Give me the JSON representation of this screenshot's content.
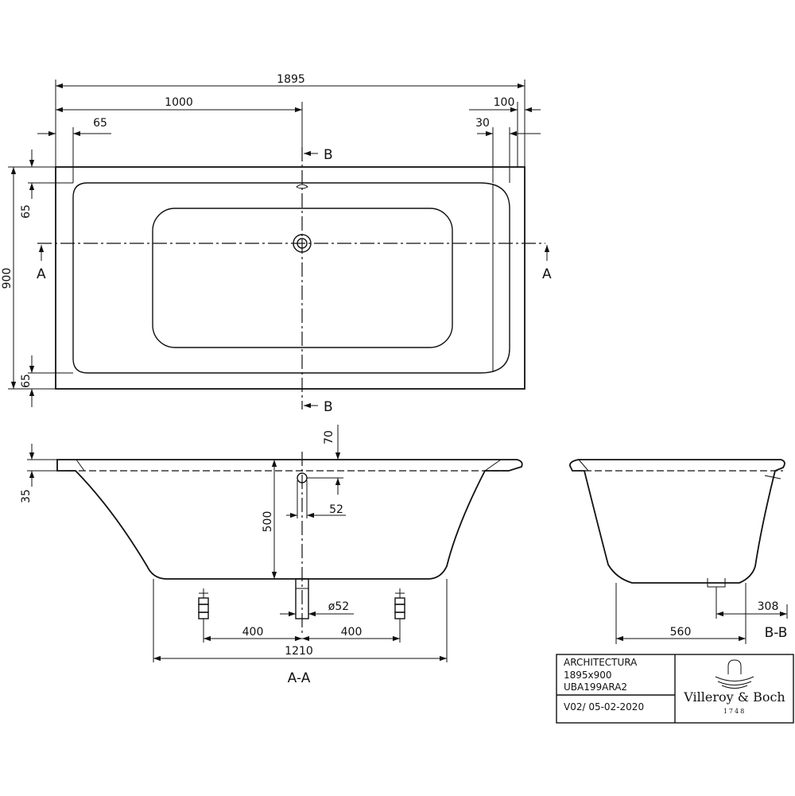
{
  "dimensions": {
    "total_length": "1895",
    "to_center": "1000",
    "right_offset": "100",
    "rim_65_top_left": "65",
    "rim_30": "30",
    "width": "900",
    "rim_65_left_top": "65",
    "rim_65_left_bottom": "65",
    "rim_35": "35",
    "overflow_70": "70",
    "overflow_52": "52",
    "depth_500": "500",
    "drain_dia": "ø52",
    "foot_left_400": "400",
    "foot_right_400": "400",
    "bottom_length": "1210",
    "bb_offset": "308",
    "bb_bottom": "560"
  },
  "section_labels": {
    "b_top": "B",
    "b_bottom": "B",
    "a_left": "A",
    "a_right": "A",
    "aa": "A-A",
    "bb": "B-B"
  },
  "title_block": {
    "model": "ARCHITECTURA",
    "size": "1895x900",
    "code": "UBA199ARA2",
    "version": "V02/ 05-02-2020",
    "brand": "Villeroy & Boch",
    "brand_year": "1748"
  }
}
